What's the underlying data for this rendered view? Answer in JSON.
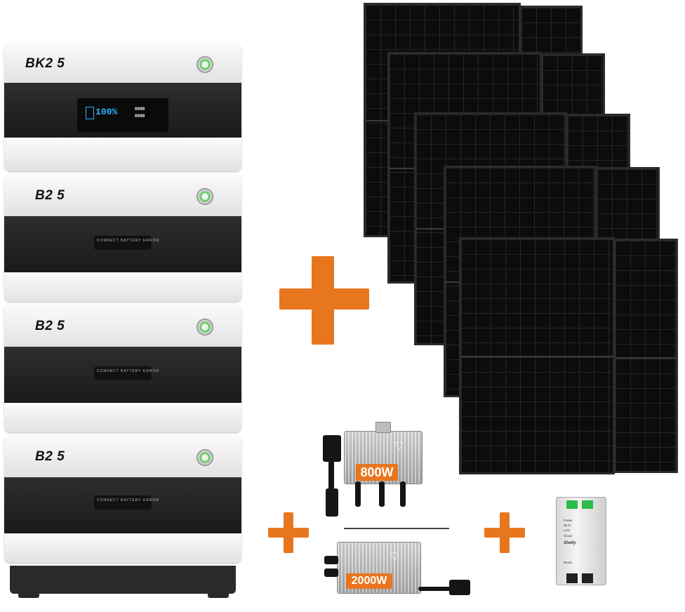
{
  "battery": {
    "master_logo": "BK2 5",
    "module_logo": "B2 5",
    "display": {
      "percent": "100%",
      "small_a": "0000",
      "small_b": "0000"
    },
    "led_labels": "CONNECT   BATTERY   ERROR"
  },
  "inverters": [
    {
      "label": "800W"
    },
    {
      "label": "2000W"
    }
  ],
  "meter": {
    "brand": "Shelly",
    "lines": [
      "Power",
      "Wi-Fi",
      "LAN",
      "Cloud",
      "Reset"
    ]
  },
  "colors": {
    "accent": "#e8761f",
    "status_led": "#4cc44c"
  },
  "icons": {
    "plus": "plus-icon",
    "wifi": "wifi-icon",
    "power_button": "power-button-icon"
  }
}
